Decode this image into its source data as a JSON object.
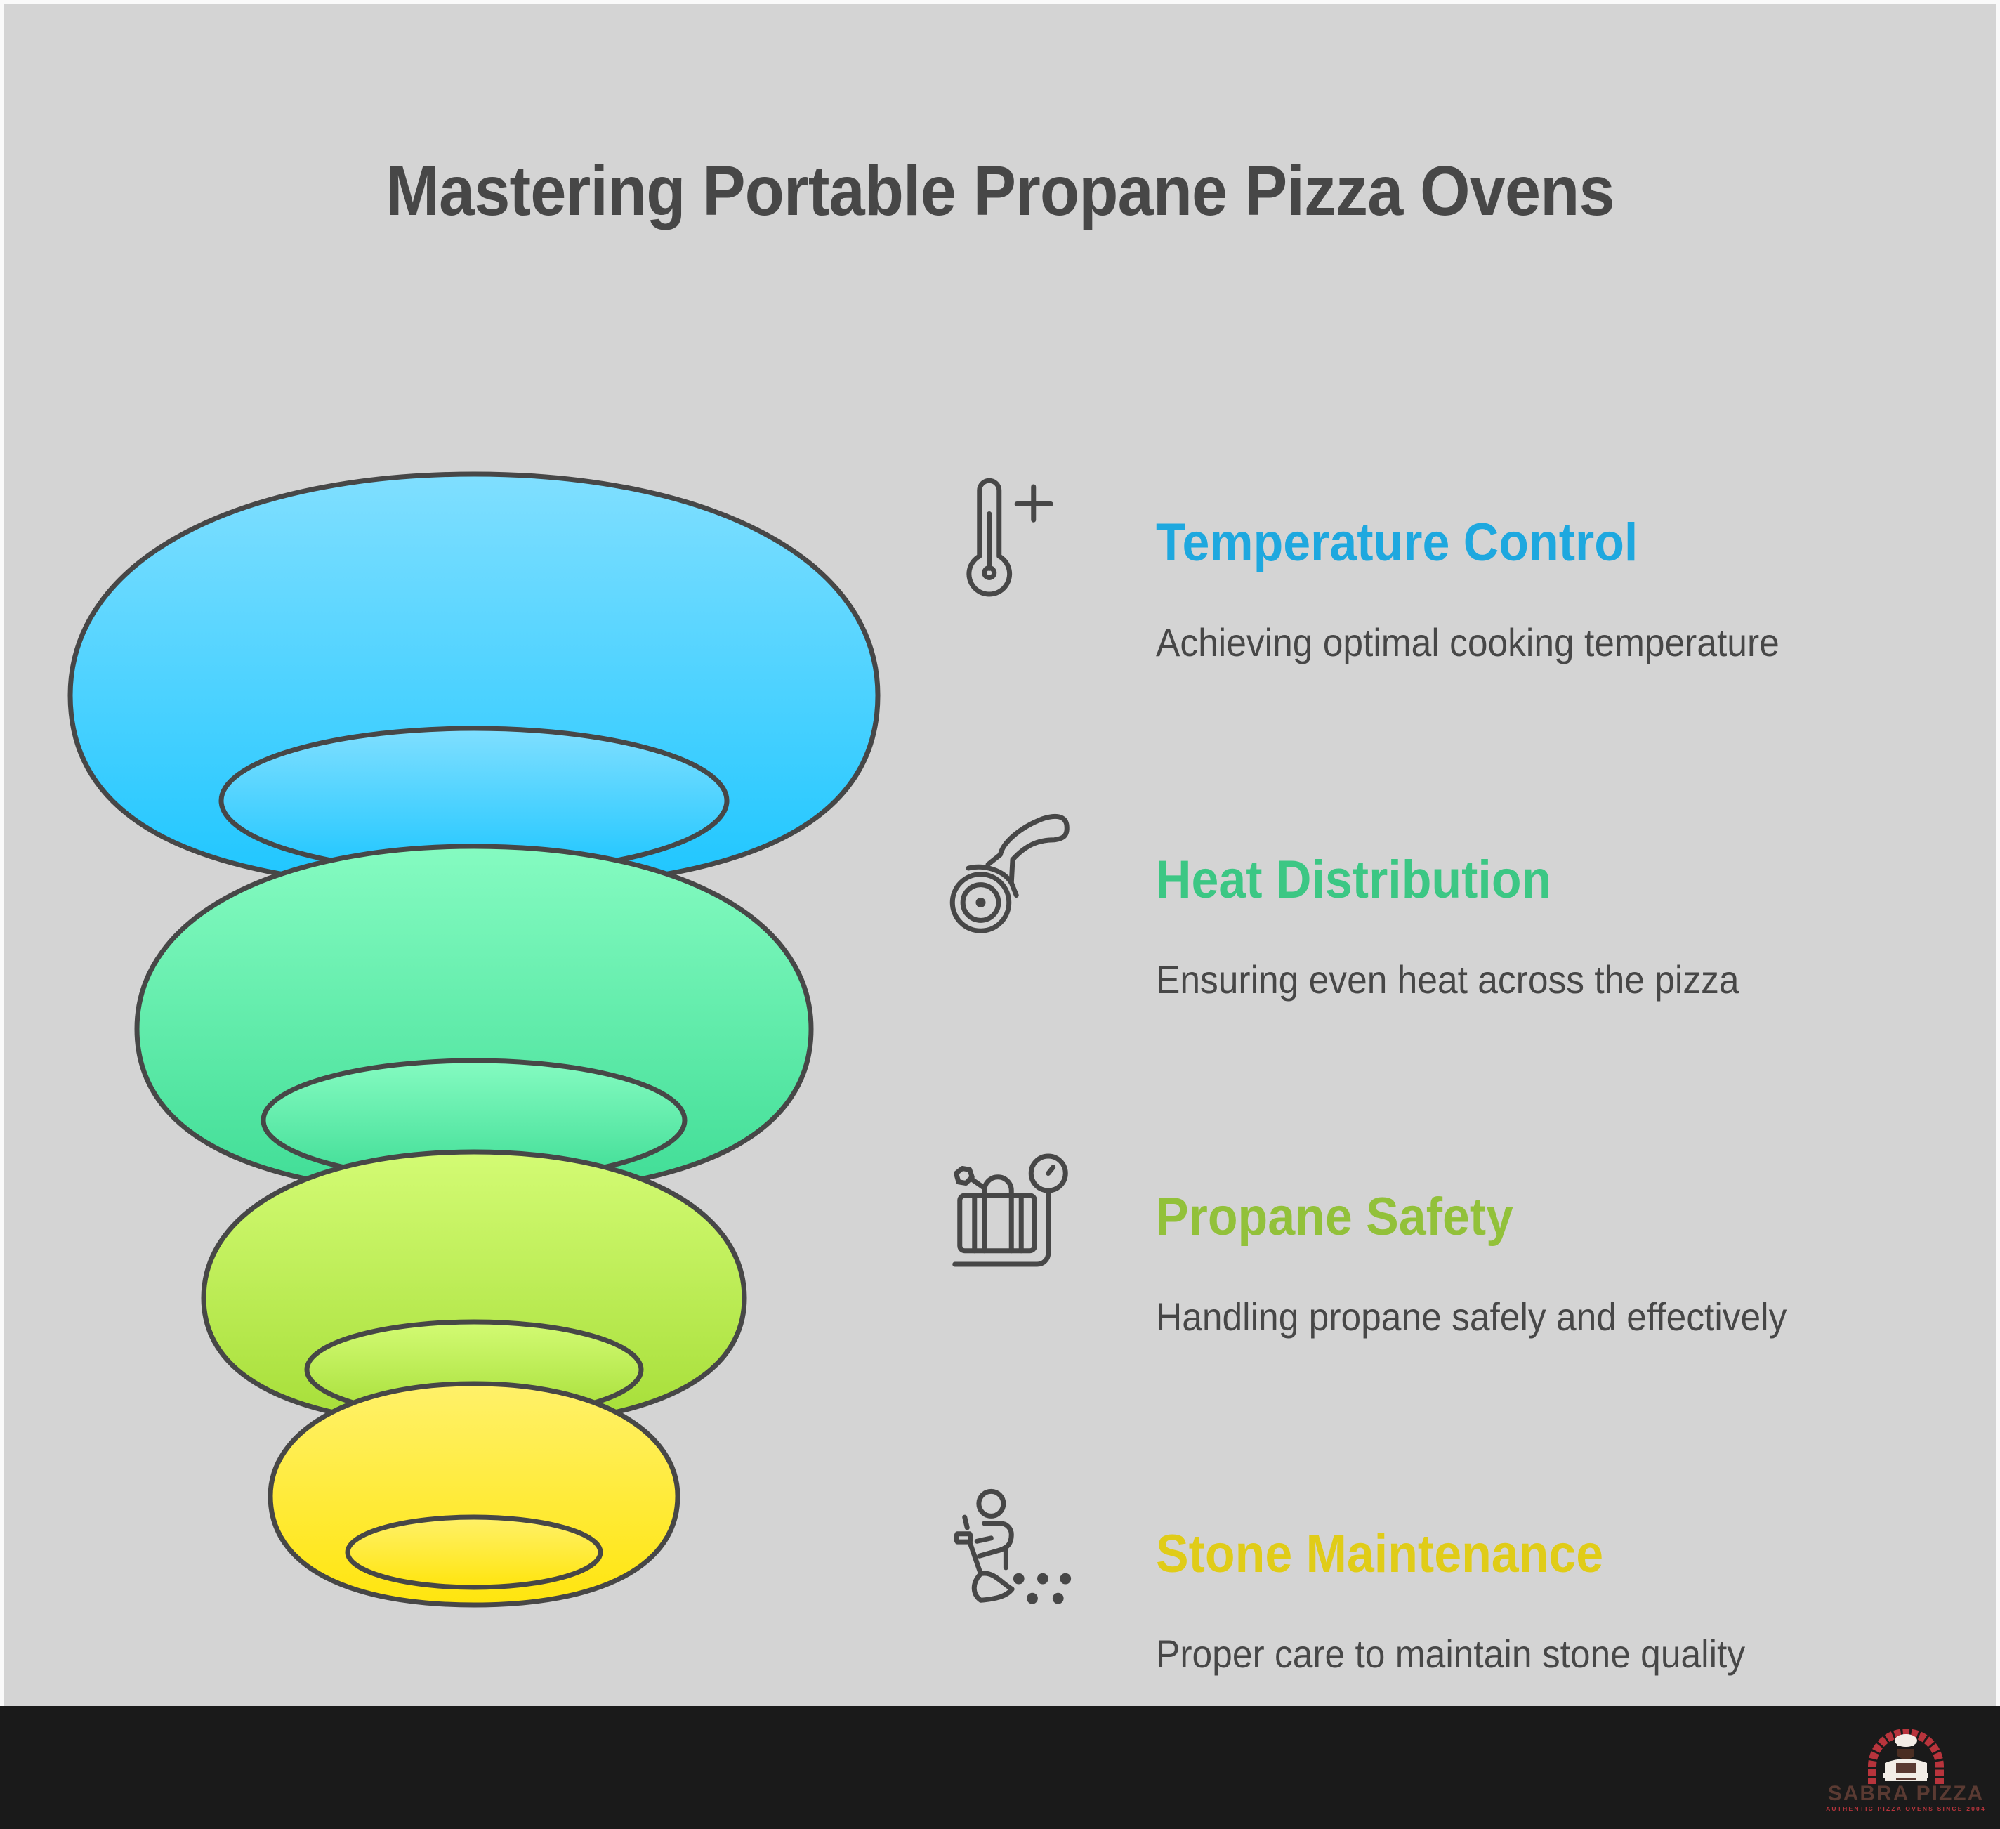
{
  "title": "Mastering Portable Propane Pizza Ovens",
  "colors": {
    "background": "#d4d4d4",
    "title_text": "#474747",
    "body_text": "#474747",
    "outline": "#474747",
    "footer": "#1a1a1a"
  },
  "funnel": {
    "layers": [
      {
        "name": "temperature-control",
        "gradient_top": "#80dfff",
        "gradient_bottom": "#1ec6ff"
      },
      {
        "name": "heat-distribution",
        "gradient_top": "#85fbc1",
        "gradient_bottom": "#40dd96"
      },
      {
        "name": "propane-safety",
        "gradient_top": "#d3fb74",
        "gradient_bottom": "#a6de38"
      },
      {
        "name": "stone-maintenance",
        "gradient_top": "#fff16a",
        "gradient_bottom": "#ffe50e"
      }
    ]
  },
  "items": [
    {
      "icon": "thermometer-plus-icon",
      "heading": "Temperature Control",
      "description": "Achieving optimal cooking temperature",
      "color": "#1ea8df"
    },
    {
      "icon": "pizza-cutter-icon",
      "heading": "Heat Distribution",
      "description": "Ensuring even heat across the pizza",
      "color": "#3cc784"
    },
    {
      "icon": "propane-tank-gauge-icon",
      "heading": "Propane Safety",
      "description": "Handling propane safely and effectively",
      "color": "#92c13a"
    },
    {
      "icon": "person-sweeping-icon",
      "heading": "Stone Maintenance",
      "description": "Proper care to maintain stone quality",
      "color": "#e0cc18"
    }
  ],
  "footer": {
    "logo": {
      "name": "SABRA PIZZA",
      "tagline": "AUTHENTIC PIZZA OVENS SINCE 2004",
      "icon": "chef-brick-oven-logo"
    }
  }
}
